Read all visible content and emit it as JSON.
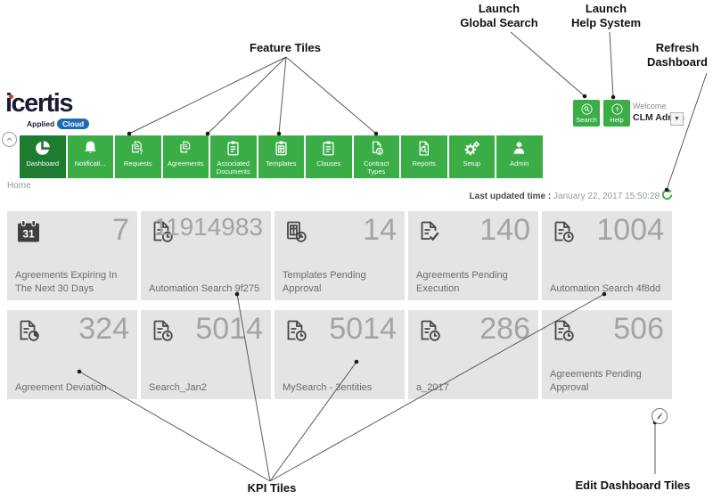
{
  "annotations": {
    "feature_tiles": "Feature Tiles",
    "launch_global_search": [
      "Launch",
      "Global Search"
    ],
    "launch_help_system": [
      "Launch",
      "Help System"
    ],
    "refresh_dashboard": [
      "Refresh",
      "Dashboard"
    ],
    "kpi_tiles": "KPI Tiles",
    "edit_dashboard_tiles": "Edit Dashboard Tiles"
  },
  "header": {
    "logo": {
      "text": "icertis",
      "tagline_left": "Applied",
      "tagline_badge": "Cloud"
    },
    "search_button": {
      "label": "Search",
      "icon": "search"
    },
    "help_button": {
      "label": "Help",
      "icon": "question"
    },
    "welcome_label": "Welcome",
    "user_name": "CLM Admin",
    "user_menu_caret": "▼",
    "collapse_icon": "chevron-up"
  },
  "nav": {
    "tiles": [
      {
        "label": "Dashboard",
        "icon": "pie-chart",
        "active": true
      },
      {
        "label": "Notificati...",
        "icon": "bell",
        "active": false
      },
      {
        "label": "Requests",
        "icon": "docs-question",
        "active": false
      },
      {
        "label": "Agreements",
        "icon": "docs",
        "active": false
      },
      {
        "label": "Associated Documents",
        "icon": "clipboard",
        "active": false
      },
      {
        "label": "Templates",
        "icon": "clipboard-grid",
        "active": false
      },
      {
        "label": "Clauses",
        "icon": "clipboard",
        "active": false
      },
      {
        "label": "Contract Types",
        "icon": "doc-dollar",
        "active": false
      },
      {
        "label": "Reports",
        "icon": "doc-search",
        "active": false
      },
      {
        "label": "Setup",
        "icon": "gears",
        "active": false
      },
      {
        "label": "Admin",
        "icon": "person",
        "active": false
      }
    ]
  },
  "breadcrumb": "Home",
  "status_bar": {
    "last_updated_label": "Last updated time :",
    "last_updated_value": "January 22, 2017 15:50:28",
    "refresh_icon": "refresh"
  },
  "kpi": {
    "tiles": [
      {
        "value": "7",
        "label": "Agreements Expiring In The Next 30 Days",
        "icon": "calendar-31"
      },
      {
        "value": "11914983",
        "label": "Automation Search 9f275",
        "icon": "doc-clock"
      },
      {
        "value": "14",
        "label": "Templates Pending Approval",
        "icon": "template-clock"
      },
      {
        "value": "140",
        "label": "Agreements Pending Execution",
        "icon": "doc-check"
      },
      {
        "value": "1004",
        "label": "Automation Search 4f8dd",
        "icon": "doc-clock"
      },
      {
        "value": "324",
        "label": "Agreement Deviation",
        "icon": "doc-pie"
      },
      {
        "value": "5014",
        "label": "Search_Jan2",
        "icon": "doc-clock"
      },
      {
        "value": "5014",
        "label": "MySearch - 3entities",
        "icon": "doc-clock"
      },
      {
        "value": "286",
        "label": "a_2017",
        "icon": "doc-clock"
      },
      {
        "value": "506",
        "label": "Agreements Pending Approval",
        "icon": "doc-clock"
      }
    ]
  },
  "edit_button_icon": "pencil",
  "colors": {
    "tile_green": "#3aad46",
    "tile_green_active": "#1e7c31",
    "kpi_background": "#e4e4e5",
    "kpi_value_gray": "#a4a4a4",
    "logo_dark": "#1a1c33",
    "logo_dot_red": "#d93a2b",
    "cloud_badge_blue": "#1f6cb5",
    "annotation_black": "#111111"
  }
}
